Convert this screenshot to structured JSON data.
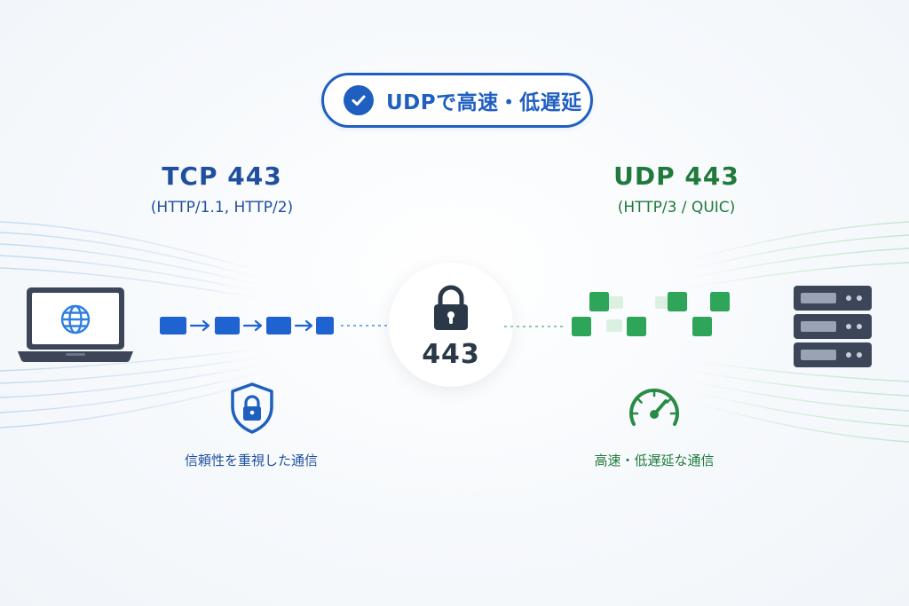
{
  "badge": {
    "icon": "check-circle-icon",
    "label": "UDPで高速・低遅延",
    "color": "#1f5fbf"
  },
  "tcp": {
    "title": "TCP 443",
    "subtitle": "(HTTP/1.1, HTTP/2)",
    "caption": "信頼性を重視した通信",
    "color": "#1f4f9e",
    "packet_color": "#1f63d0",
    "caption_icon": "shield-lock-icon",
    "endpoint_icon": "laptop-globe-icon"
  },
  "udp": {
    "title": "UDP 443",
    "subtitle": "(HTTP/3 / QUIC)",
    "caption": "高速・低遅延な通信",
    "color": "#1f7a3c",
    "packet_color": "#2fa55a",
    "caption_icon": "speedometer-icon",
    "endpoint_icon": "server-icon"
  },
  "center": {
    "icon": "lock-icon",
    "port": "443"
  }
}
